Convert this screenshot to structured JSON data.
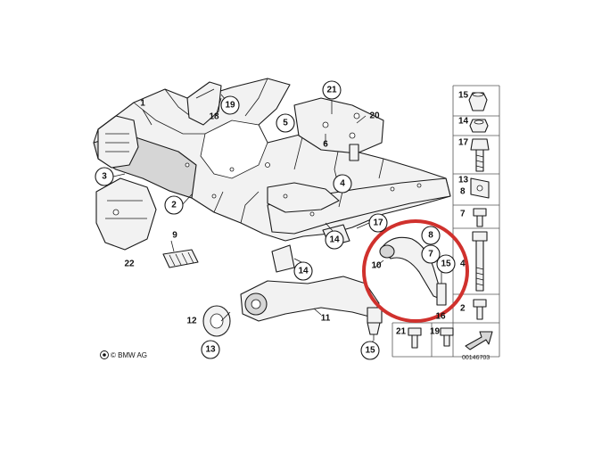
{
  "diagram": {
    "main_callouts": [
      {
        "id": "c1",
        "label": "1",
        "style": "plain"
      },
      {
        "id": "c3",
        "label": "3",
        "style": "circle"
      },
      {
        "id": "c18",
        "label": "18",
        "style": "plain"
      },
      {
        "id": "c19",
        "label": "19",
        "style": "circle"
      },
      {
        "id": "c5",
        "label": "5",
        "style": "circle"
      },
      {
        "id": "c21",
        "label": "21",
        "style": "circle"
      },
      {
        "id": "c20",
        "label": "20",
        "style": "plain"
      },
      {
        "id": "c6",
        "label": "6",
        "style": "plain"
      },
      {
        "id": "c2",
        "label": "2",
        "style": "circle"
      },
      {
        "id": "c4",
        "label": "4",
        "style": "circle"
      },
      {
        "id": "c17",
        "label": "17",
        "style": "circle"
      },
      {
        "id": "c14a",
        "label": "14",
        "style": "circle"
      },
      {
        "id": "c14b",
        "label": "14",
        "style": "circle"
      },
      {
        "id": "c9",
        "label": "9",
        "style": "plain"
      },
      {
        "id": "c22",
        "label": "22",
        "style": "plain"
      },
      {
        "id": "c8",
        "label": "8",
        "style": "circle"
      },
      {
        "id": "c7",
        "label": "7",
        "style": "circle"
      },
      {
        "id": "c10",
        "label": "10",
        "style": "plain"
      },
      {
        "id": "c15a",
        "label": "15",
        "style": "circle"
      },
      {
        "id": "c12",
        "label": "12",
        "style": "plain"
      },
      {
        "id": "c11",
        "label": "11",
        "style": "plain"
      },
      {
        "id": "c13",
        "label": "13",
        "style": "circle"
      },
      {
        "id": "c15b",
        "label": "15",
        "style": "circle"
      },
      {
        "id": "c16",
        "label": "16",
        "style": "plain"
      }
    ],
    "side_panel_labels": [
      "15",
      "14",
      "17",
      "13",
      "8",
      "7",
      "4",
      "2"
    ],
    "bottom_panel_labels": [
      "21",
      "19"
    ],
    "copyright": "© BMW AG",
    "drawing_code": "00146703",
    "highlight_color": "#d0312d"
  }
}
